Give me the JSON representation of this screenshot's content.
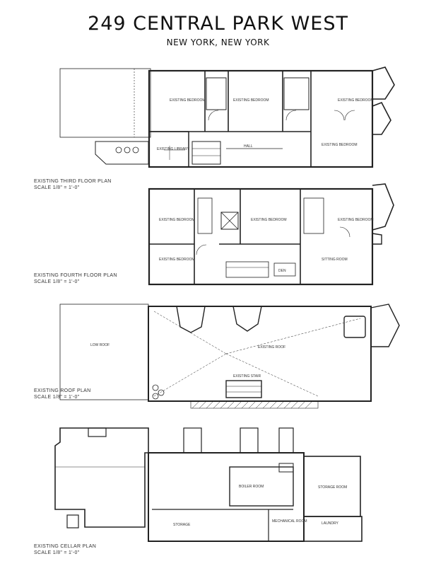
{
  "header": {
    "title": "249 CENTRAL PARK WEST",
    "subtitle": "NEW YORK,  NEW YORK"
  },
  "plans": [
    {
      "name": "EXISTING THIRD FLOOR PLAN",
      "scale": "SCALE 1/8\" = 1'-0\"",
      "rooms": [
        "EXISTING BEDROOM",
        "EXISTING BEDROOM",
        "EXISTING BEDROOM",
        "EXISTING LIBRARY",
        "EXISTING BEDROOM",
        "HALL"
      ]
    },
    {
      "name": "EXISTING FOURTH FLOOR PLAN",
      "scale": "SCALE 1/8\" = 1'-0\"",
      "rooms": [
        "EXISTING BEDROOM",
        "EXISTING BEDROOM",
        "EXISTING BEDROOM",
        "EXISTING BEDROOM",
        "SITTING ROOM",
        "DEN"
      ]
    },
    {
      "name": "EXISTING ROOF PLAN",
      "scale": "SCALE 1/8\" = 1'-0\"",
      "rooms": [
        "LOW ROOF",
        "EXISTING ROOF",
        "EXISTING STAIR"
      ]
    },
    {
      "name": "EXISTING CELLAR PLAN",
      "scale": "SCALE 1/8\" = 1'-0\"",
      "rooms": [
        "BOILER ROOM",
        "STORAGE ROOM",
        "STORAGE",
        "MECHANICAL ROOM",
        "LAUNDRY"
      ]
    }
  ]
}
